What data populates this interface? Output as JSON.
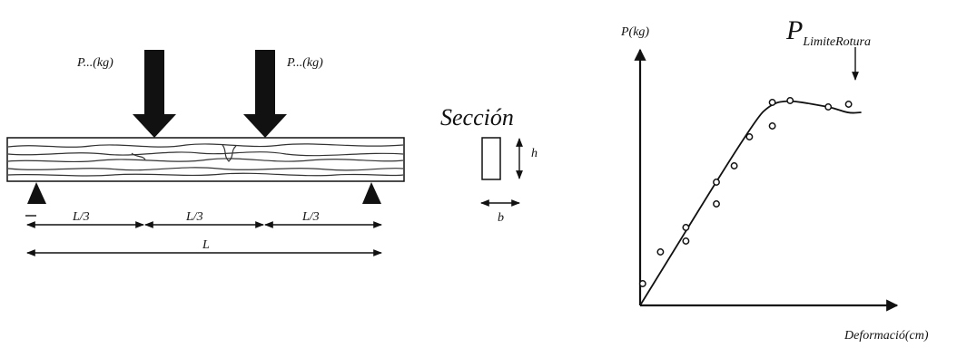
{
  "beam": {
    "load_left": "P...(kg)",
    "load_right": "P...(kg)",
    "span_third_1": "L/3",
    "span_third_2": "L/3",
    "span_third_3": "L/3",
    "span_total": "L"
  },
  "section": {
    "title": "Sección",
    "height_label": "h",
    "width_label": "b"
  },
  "chart_data": {
    "type": "scatter",
    "ylabel": "P(kg)",
    "xlabel": "Deformació(cm)",
    "annotation_main": "P",
    "annotation_sub": "LimiteRotura",
    "points": [
      [
        1,
        24
      ],
      [
        8,
        59
      ],
      [
        18,
        86
      ],
      [
        18,
        71
      ],
      [
        30,
        112
      ],
      [
        30,
        136
      ],
      [
        37,
        154
      ],
      [
        43,
        186
      ],
      [
        52,
        198
      ],
      [
        52,
        224
      ],
      [
        59,
        226
      ],
      [
        74,
        219
      ],
      [
        82,
        222
      ]
    ],
    "curve": [
      [
        0,
        0
      ],
      [
        45,
        205
      ],
      [
        52,
        223
      ],
      [
        58,
        226
      ],
      [
        64,
        224
      ],
      [
        70,
        221
      ],
      [
        76,
        218
      ],
      [
        82,
        212
      ],
      [
        87,
        213
      ]
    ],
    "xlim": [
      0,
      100
    ],
    "ylim": [
      0,
      280
    ],
    "grid": false
  },
  "colors": {
    "ink": "#111111",
    "wood_line": "#333333",
    "background": "#ffffff"
  }
}
